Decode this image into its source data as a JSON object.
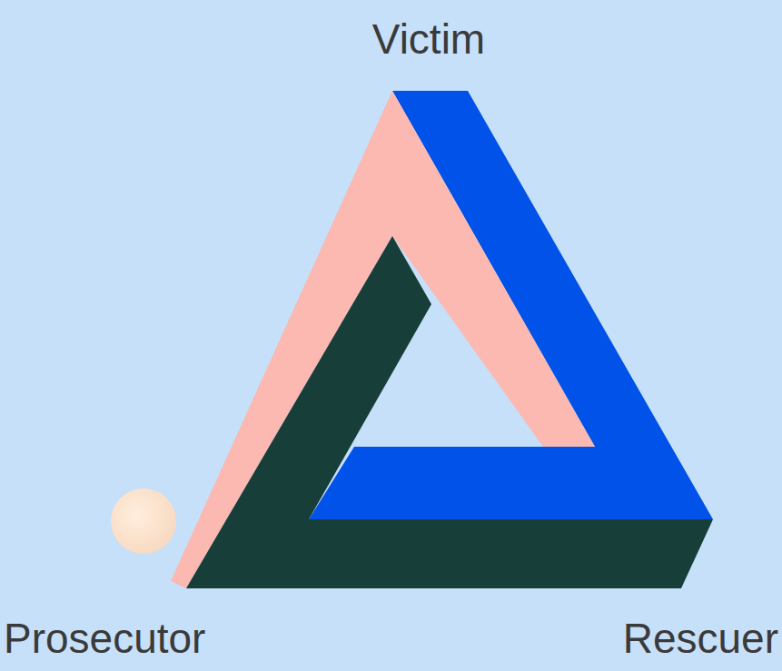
{
  "diagram": {
    "labels": [
      "Victim",
      "Prosecutor",
      "Rescuer"
    ]
  }
}
